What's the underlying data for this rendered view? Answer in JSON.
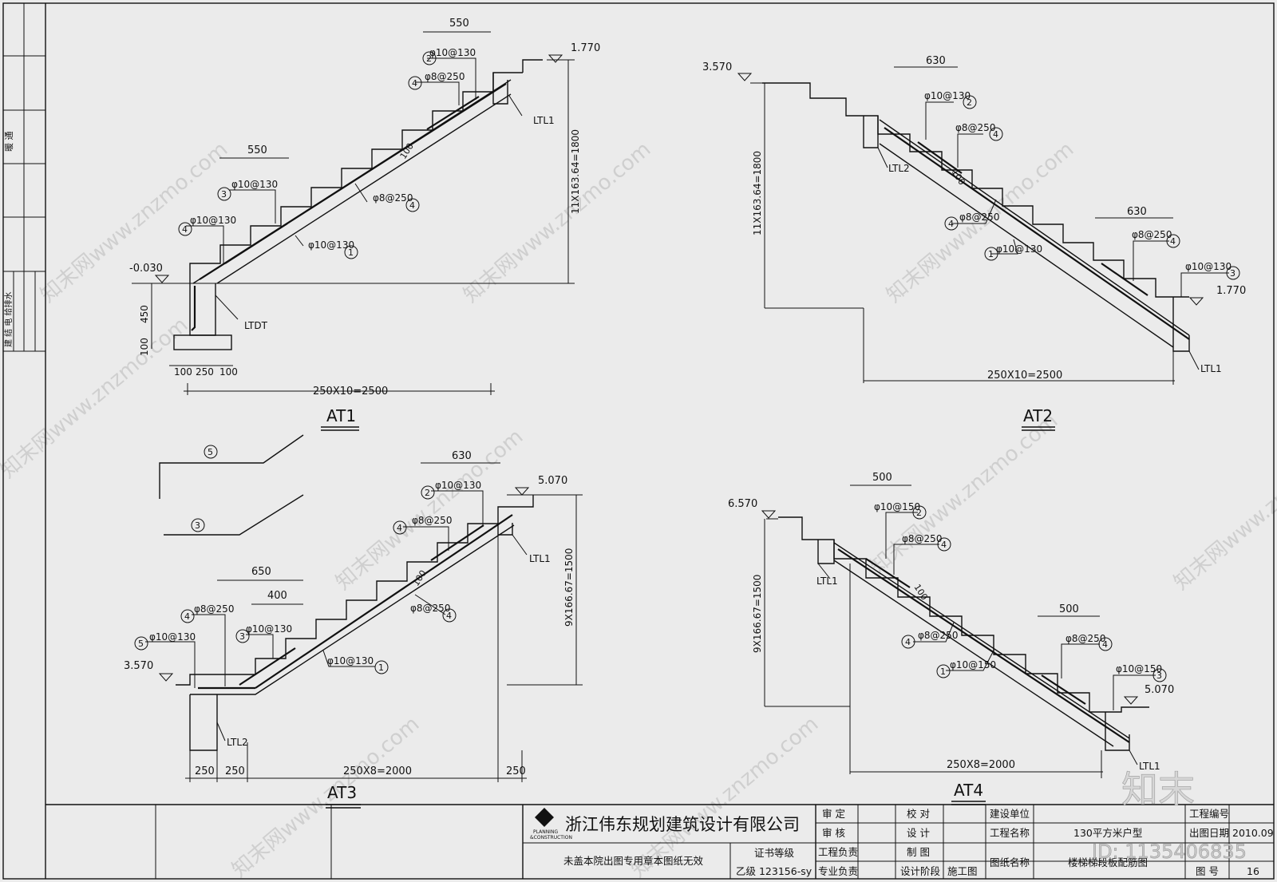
{
  "left_strip": {
    "top_label": "暖 通",
    "bottom_label": "建 结 电 给排水"
  },
  "watermarks": [
    "知末网www.znzmo.com",
    "知末网www.znzmo.com",
    "知末网www.znzmo.com",
    "知末网www.znzmo.com",
    "知末网www.znzmo.com",
    "知末网www.znzmo.com",
    "知末网www.znzmo.com",
    "知末网www.znzmo.com",
    "知末网www.znzmo.com"
  ],
  "at1": {
    "title": "AT1",
    "dim_top": "550",
    "dim_mid": "550",
    "elev_top": "1.770",
    "elev_bottom": "-0.030",
    "rebar_2": "φ10@130",
    "rebar_4a": "φ8@250",
    "rebar_3": "φ10@130",
    "rebar_4b": "φ10@130",
    "rebar_4c": "φ8@250",
    "rebar_1": "φ10@130",
    "beam_top": "LTL1",
    "beam_bottom": "LTDT",
    "height_dim": "11X163.64=1800",
    "thickness": "100",
    "found_h1": "450",
    "found_h2": "100",
    "found_w": [
      "100",
      "250",
      "100"
    ],
    "length_dim": "250X10=2500"
  },
  "at2": {
    "title": "AT2",
    "elev_top": "3.570",
    "elev_bottom": "1.770",
    "dim_top": "630",
    "dim_bottom": "630",
    "rebar_2": "φ10@130",
    "rebar_4a": "φ8@250",
    "rebar_4b": "φ8@250",
    "rebar_1": "φ10@130",
    "rebar_4c": "φ8@250",
    "rebar_3": "φ10@130",
    "beam_top": "LTL2",
    "beam_bottom": "LTL1",
    "height_dim": "11X163.64=1800",
    "thickness": "100",
    "length_dim": "250X10=2500"
  },
  "legend": {
    "bar5": "5",
    "bar3": "3"
  },
  "at3": {
    "title": "AT3",
    "dim_top": "630",
    "dim_650": "650",
    "dim_400": "400",
    "elev_top": "5.070",
    "elev_bottom": "3.570",
    "rebar_2": "φ10@130",
    "rebar_4a": "φ8@250",
    "rebar_4b": "φ8@250",
    "rebar_5": "φ10@130",
    "rebar_3": "φ10@130",
    "rebar_4c": "φ8@250",
    "rebar_1": "φ10@130",
    "beam_top": "LTL1",
    "beam_bottom": "LTL2",
    "height_dim": "9X166.67=1500",
    "thickness": "100",
    "bottom_dims": [
      "250",
      "250",
      "250X8=2000",
      "250"
    ]
  },
  "at4": {
    "title": "AT4",
    "dim_top": "500",
    "dim_bottom": "500",
    "elev_top": "6.570",
    "elev_bottom": "5.070",
    "rebar_2": "φ10@150",
    "rebar_4a": "φ8@250",
    "rebar_4b": "φ8@250",
    "rebar_4c": "φ8@250",
    "rebar_1": "φ10@150",
    "rebar_3": "φ10@150",
    "beam_top": "LTL1",
    "beam_bottom": "LTL1",
    "height_dim": "9X166.67=1500",
    "thickness": "100",
    "length_dim": "250X8=2000"
  },
  "title_block": {
    "company": "浙江伟东规划建筑设计有限公司",
    "logo_text_1": "PLANNING",
    "logo_text_2": "&CONSTRUCTION",
    "stamp_note": "未盖本院出图专用章本图纸无效",
    "cert_level_label": "证书等级",
    "cert_level_value": "乙级 123156-sy",
    "approve": "审 定",
    "review": "审 核",
    "project_lead": "工程负责",
    "discipline_lead": "专业负责",
    "check": "校 对",
    "design": "设 计",
    "draw": "制 图",
    "design_stage": "设计阶段",
    "stage_value": "施工图",
    "client_label": "建设单位",
    "project_name_label": "工程名称",
    "project_name_value": "130平方米户型",
    "drawing_name_label": "图纸名称",
    "drawing_name_value": "楼梯梯段板配筋图",
    "project_no_label": "工程编号",
    "date_label": "出图日期",
    "date_value": "2010.09",
    "sheet_no_label": "图 号",
    "sheet_no_value": "16"
  },
  "brand": {
    "logo": "知末",
    "id": "ID: 1135406835"
  }
}
